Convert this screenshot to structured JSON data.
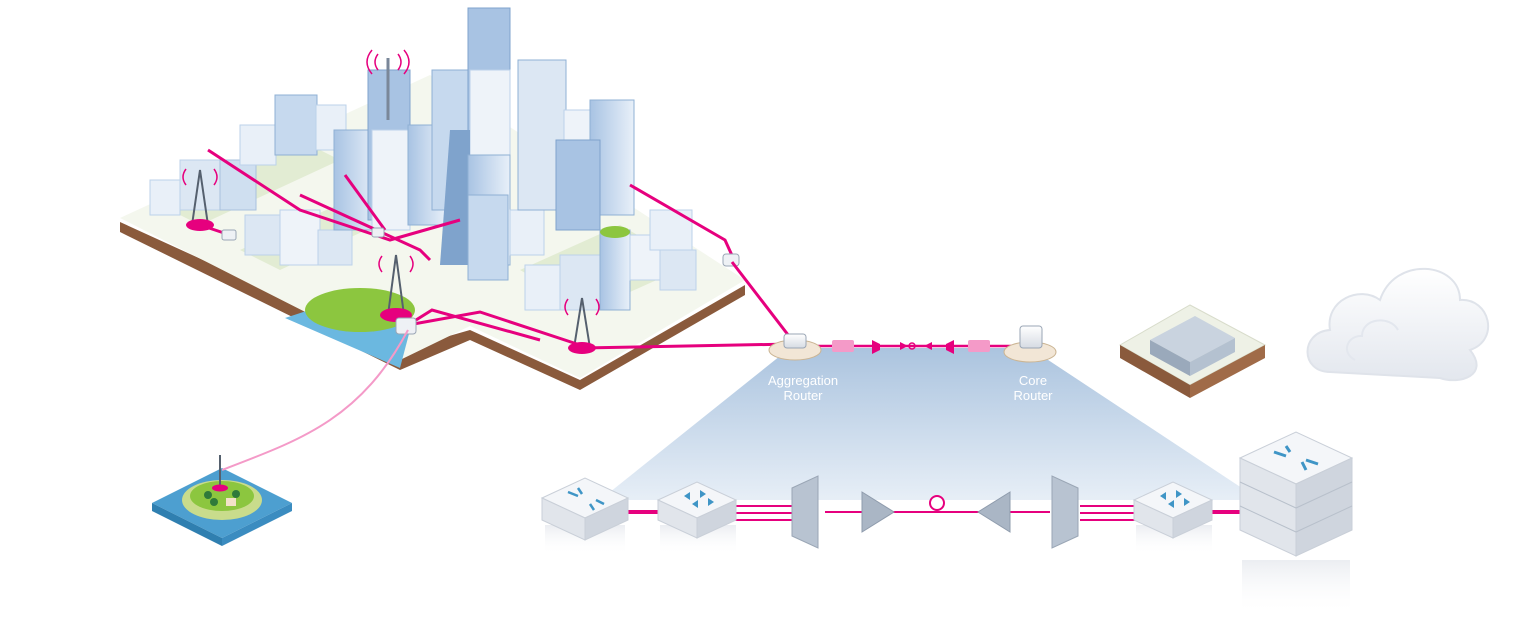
{
  "labels": {
    "aggregation_line1": "Aggregation",
    "aggregation_line2": "Router",
    "core_line1": "Core",
    "core_line2": "Router"
  },
  "colors": {
    "fiber": "#e6007e",
    "fiber_light": "#f49ac8",
    "ground": "#eef4e2",
    "ground_edge": "#8a5a3c",
    "water": "#6bb8e0",
    "park": "#8cc63f",
    "building_light": "#e9f0f8",
    "building_mid": "#bcd2ea",
    "building_dark": "#7fa3cc",
    "zoom_panel": "#c3d6ea",
    "device": "#eef1f5",
    "device_side": "#c9cfd8",
    "arrow": "#3f95c6",
    "cloud": "#f2f4f7"
  }
}
